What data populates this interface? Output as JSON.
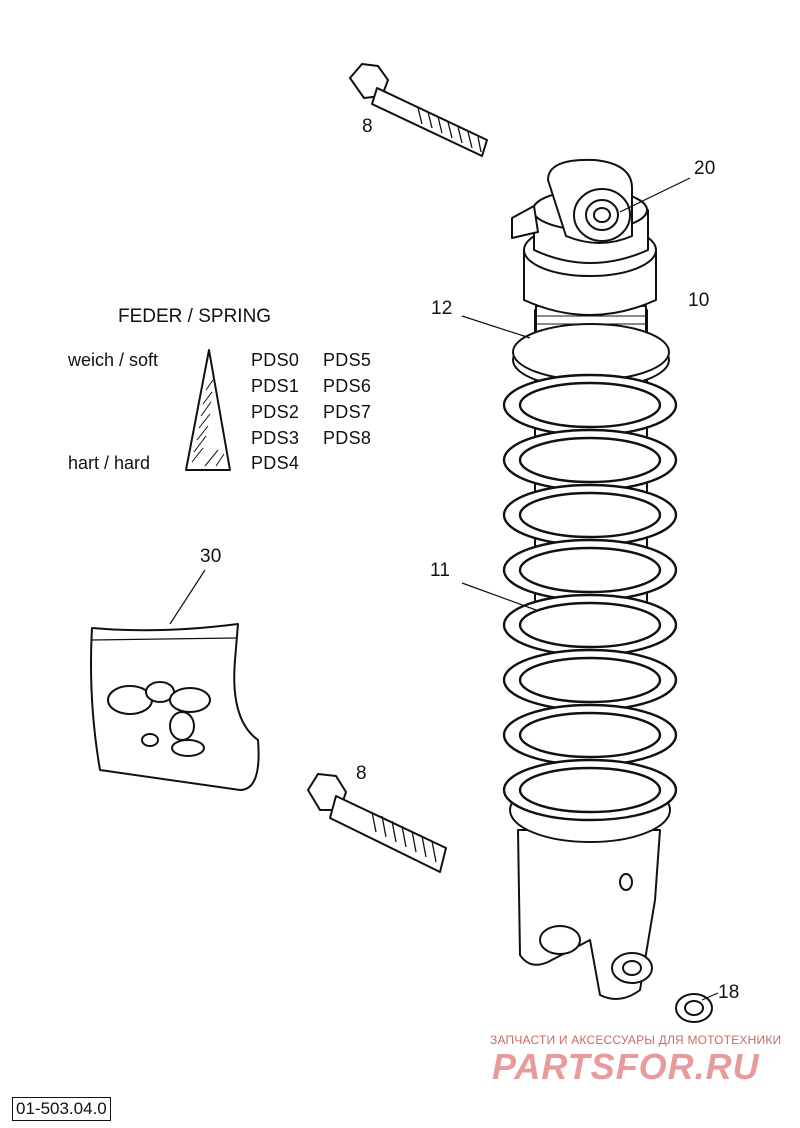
{
  "callouts": {
    "bolt_top": "8",
    "eye_bushing": "20",
    "adjuster_ring": "10",
    "spring_collar": "12",
    "spring": "11",
    "bolt_bottom": "8",
    "cap": "18",
    "seal_kit": "30"
  },
  "legend": {
    "title": "FEDER / SPRING",
    "soft_label": "weich / soft",
    "hard_label": "hart / hard",
    "col1": [
      "PDS0",
      "PDS1",
      "PDS2",
      "PDS3",
      "PDS4"
    ],
    "col2": [
      "PDS5",
      "PDS6",
      "PDS7",
      "PDS8"
    ]
  },
  "drawing_code": "01-503.04.0",
  "watermark": {
    "caption": "ЗАПЧАСТИ И АКСЕССУАРЫ ДЛЯ МОТОТЕХНИКИ",
    "logo": "PARTSFOR.RU"
  }
}
